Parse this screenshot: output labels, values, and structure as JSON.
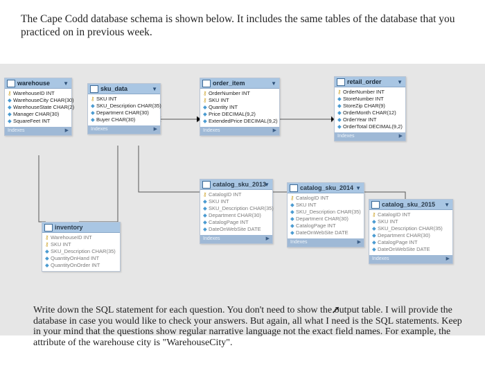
{
  "intro_text": "The Cape Codd database schema is shown below. It includes the same tables of the database that you practiced on in previous week.",
  "outro_text": "Write down the SQL statement for each question. You don't need to show the output table. I will provide the database in case you would like to check your answers. But again, all what I need is the SQL statements. Keep in your mind that the questions show regular narrative language not the exact field names. For example, the attribute of the warehouse city is \"WarehouseCity\".",
  "footer_label": "Indexes",
  "tables": {
    "warehouse": {
      "title": "warehouse",
      "columns": [
        {
          "icon": "key",
          "text": "WarehouseID INT"
        },
        {
          "icon": "diamond",
          "text": "WarehouseCity CHAR(30)"
        },
        {
          "icon": "diamond",
          "text": "WarehouseState CHAR(2)"
        },
        {
          "icon": "diamond",
          "text": "Manager CHAR(30)"
        },
        {
          "icon": "diamond",
          "text": "SquareFeet INT"
        }
      ]
    },
    "sku_data": {
      "title": "sku_data",
      "columns": [
        {
          "icon": "key",
          "text": "SKU INT"
        },
        {
          "icon": "diamond",
          "text": "SKU_Description CHAR(35)"
        },
        {
          "icon": "diamond",
          "text": "Department CHAR(30)"
        },
        {
          "icon": "diamond",
          "text": "Buyer CHAR(30)"
        }
      ]
    },
    "order_item": {
      "title": "order_item",
      "columns": [
        {
          "icon": "key",
          "text": "OrderNumber INT"
        },
        {
          "icon": "key",
          "text": "SKU INT"
        },
        {
          "icon": "diamond",
          "text": "Quantity INT"
        },
        {
          "icon": "diamond",
          "text": "Price DECIMAL(9,2)"
        },
        {
          "icon": "diamond",
          "text": "ExtendedPrice DECIMAL(9,2)"
        }
      ]
    },
    "retail_order": {
      "title": "retail_order",
      "columns": [
        {
          "icon": "key",
          "text": "OrderNumber INT"
        },
        {
          "icon": "diamond",
          "text": "StoreNumber INT"
        },
        {
          "icon": "diamond",
          "text": "StoreZip CHAR(9)"
        },
        {
          "icon": "diamond",
          "text": "OrderMonth CHAR(12)"
        },
        {
          "icon": "diamond",
          "text": "OrderYear INT"
        },
        {
          "icon": "diamond",
          "text": "OrderTotal DECIMAL(9,2)"
        }
      ]
    },
    "inventory": {
      "title": "inventory",
      "columns": [
        {
          "icon": "key",
          "text": "WarehouseID INT"
        },
        {
          "icon": "key",
          "text": "SKU INT"
        },
        {
          "icon": "diamond",
          "text": "SKU_Description CHAR(35)"
        },
        {
          "icon": "diamond",
          "text": "QuantityOnHand INT"
        },
        {
          "icon": "diamond",
          "text": "QuantityOnOrder INT"
        }
      ]
    },
    "catalog_sku_2013": {
      "title": "catalog_sku_2013",
      "columns": [
        {
          "icon": "key",
          "text": "CatalogID INT"
        },
        {
          "icon": "diamond",
          "text": "SKU INT"
        },
        {
          "icon": "diamond",
          "text": "SKU_Description CHAR(35)"
        },
        {
          "icon": "diamond",
          "text": "Department CHAR(30)"
        },
        {
          "icon": "diamond",
          "text": "CatalogPage INT"
        },
        {
          "icon": "diamond",
          "text": "DateOnWebSite DATE"
        }
      ]
    },
    "catalog_sku_2014": {
      "title": "catalog_sku_2014",
      "columns": [
        {
          "icon": "key",
          "text": "CatalogID INT"
        },
        {
          "icon": "diamond",
          "text": "SKU INT"
        },
        {
          "icon": "diamond",
          "text": "SKU_Description CHAR(35)"
        },
        {
          "icon": "diamond",
          "text": "Department CHAR(30)"
        },
        {
          "icon": "diamond",
          "text": "CatalogPage INT"
        },
        {
          "icon": "diamond",
          "text": "DateOnWebSite DATE"
        }
      ]
    },
    "catalog_sku_2015": {
      "title": "catalog_sku_2015",
      "columns": [
        {
          "icon": "key",
          "text": "CatalogID INT"
        },
        {
          "icon": "diamond",
          "text": "SKU INT"
        },
        {
          "icon": "diamond",
          "text": "SKU_Description CHAR(35)"
        },
        {
          "icon": "diamond",
          "text": "Department CHAR(30)"
        },
        {
          "icon": "diamond",
          "text": "CatalogPage INT"
        },
        {
          "icon": "diamond",
          "text": "DateOnWebSite DATE"
        }
      ]
    }
  },
  "colors": {
    "header": "#a9c6e3",
    "footer": "#9fb9d6",
    "key_icon": "#c89a16",
    "diamond_icon": "#4b9bd1",
    "diagram_bg": "#e6e6e6"
  }
}
